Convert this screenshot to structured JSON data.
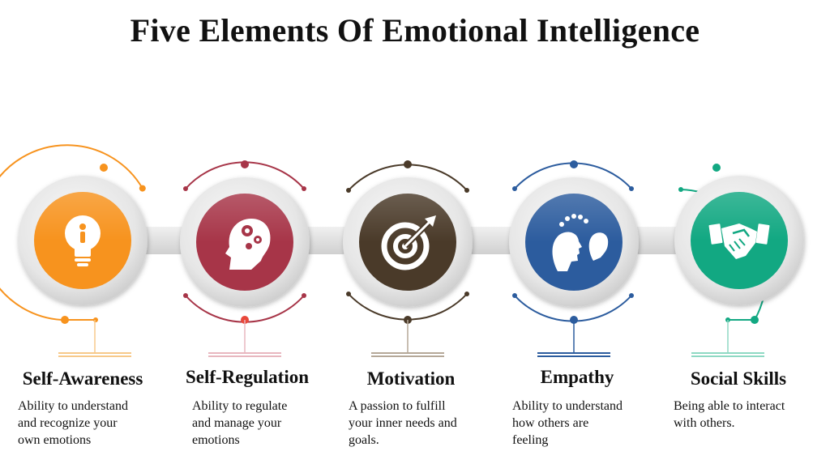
{
  "title": "Five Elements Of Emotional Intelligence",
  "elements": [
    {
      "title": "Self-Awareness",
      "description": [
        "Ability to understand",
        "and recognize your",
        "own emotions"
      ],
      "color": "#F7931E",
      "icon": "lightbulb-icon"
    },
    {
      "title": "Self-Regulation",
      "description": [
        "Ability to regulate",
        "and manage your",
        "emotions"
      ],
      "color": "#A73548",
      "icon": "head-gears-icon"
    },
    {
      "title": "Motivation",
      "description": [
        "A passion to fulfill",
        "your inner needs and",
        "goals."
      ],
      "color": "#4A3A29",
      "icon": "target-arrow-icon"
    },
    {
      "title": "Empathy",
      "description": [
        "Ability to understand",
        "how others are",
        "feeling"
      ],
      "color": "#2C5C9E",
      "icon": "two-faces-icon"
    },
    {
      "title": "Social Skills",
      "description": [
        "Being able to interact",
        "with others."
      ],
      "color": "#12A882",
      "icon": "handshake-icon"
    }
  ]
}
